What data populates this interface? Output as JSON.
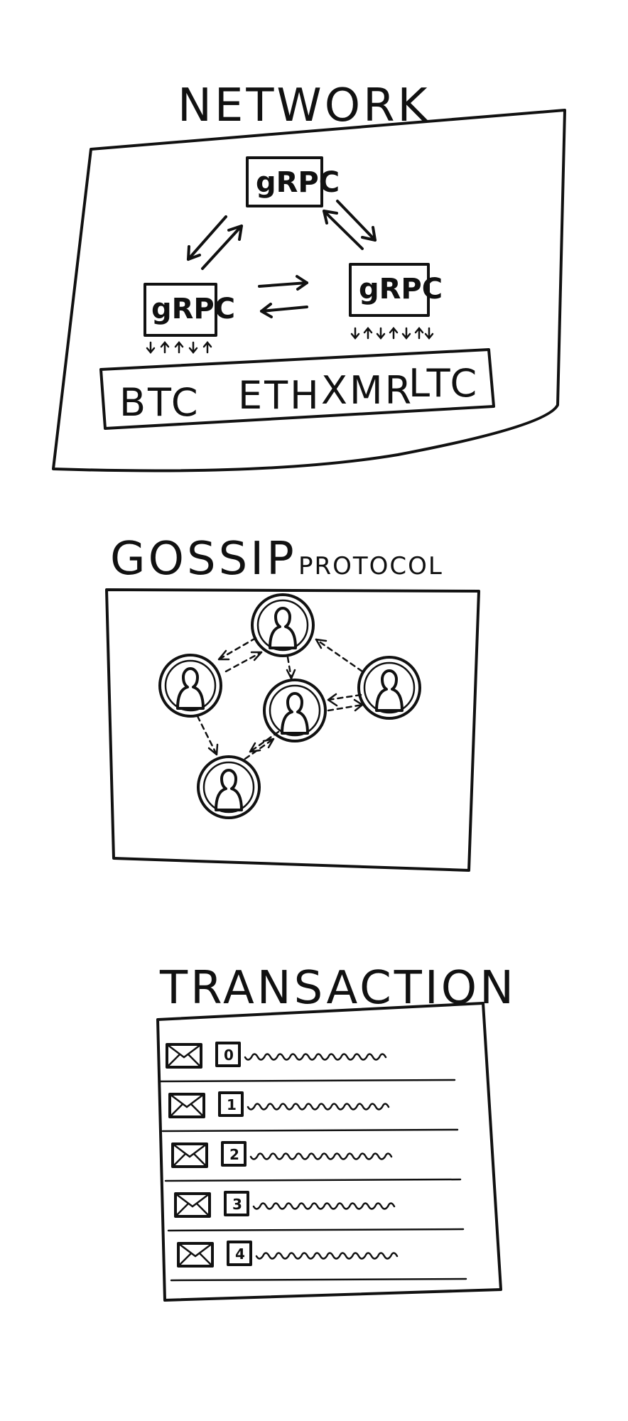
{
  "network": {
    "title": "NETWORK",
    "node_top": "gRPC",
    "node_left": "gRPC",
    "node_right": "gRPC",
    "coins": [
      "BTC",
      "ETH",
      "XMR",
      "LTC"
    ]
  },
  "gossip": {
    "title_main": "GOSSIP",
    "title_sub": "PROTOCOL"
  },
  "transaction": {
    "title": "TRANSACTION",
    "rows": [
      "0",
      "1",
      "2",
      "3",
      "4"
    ]
  }
}
